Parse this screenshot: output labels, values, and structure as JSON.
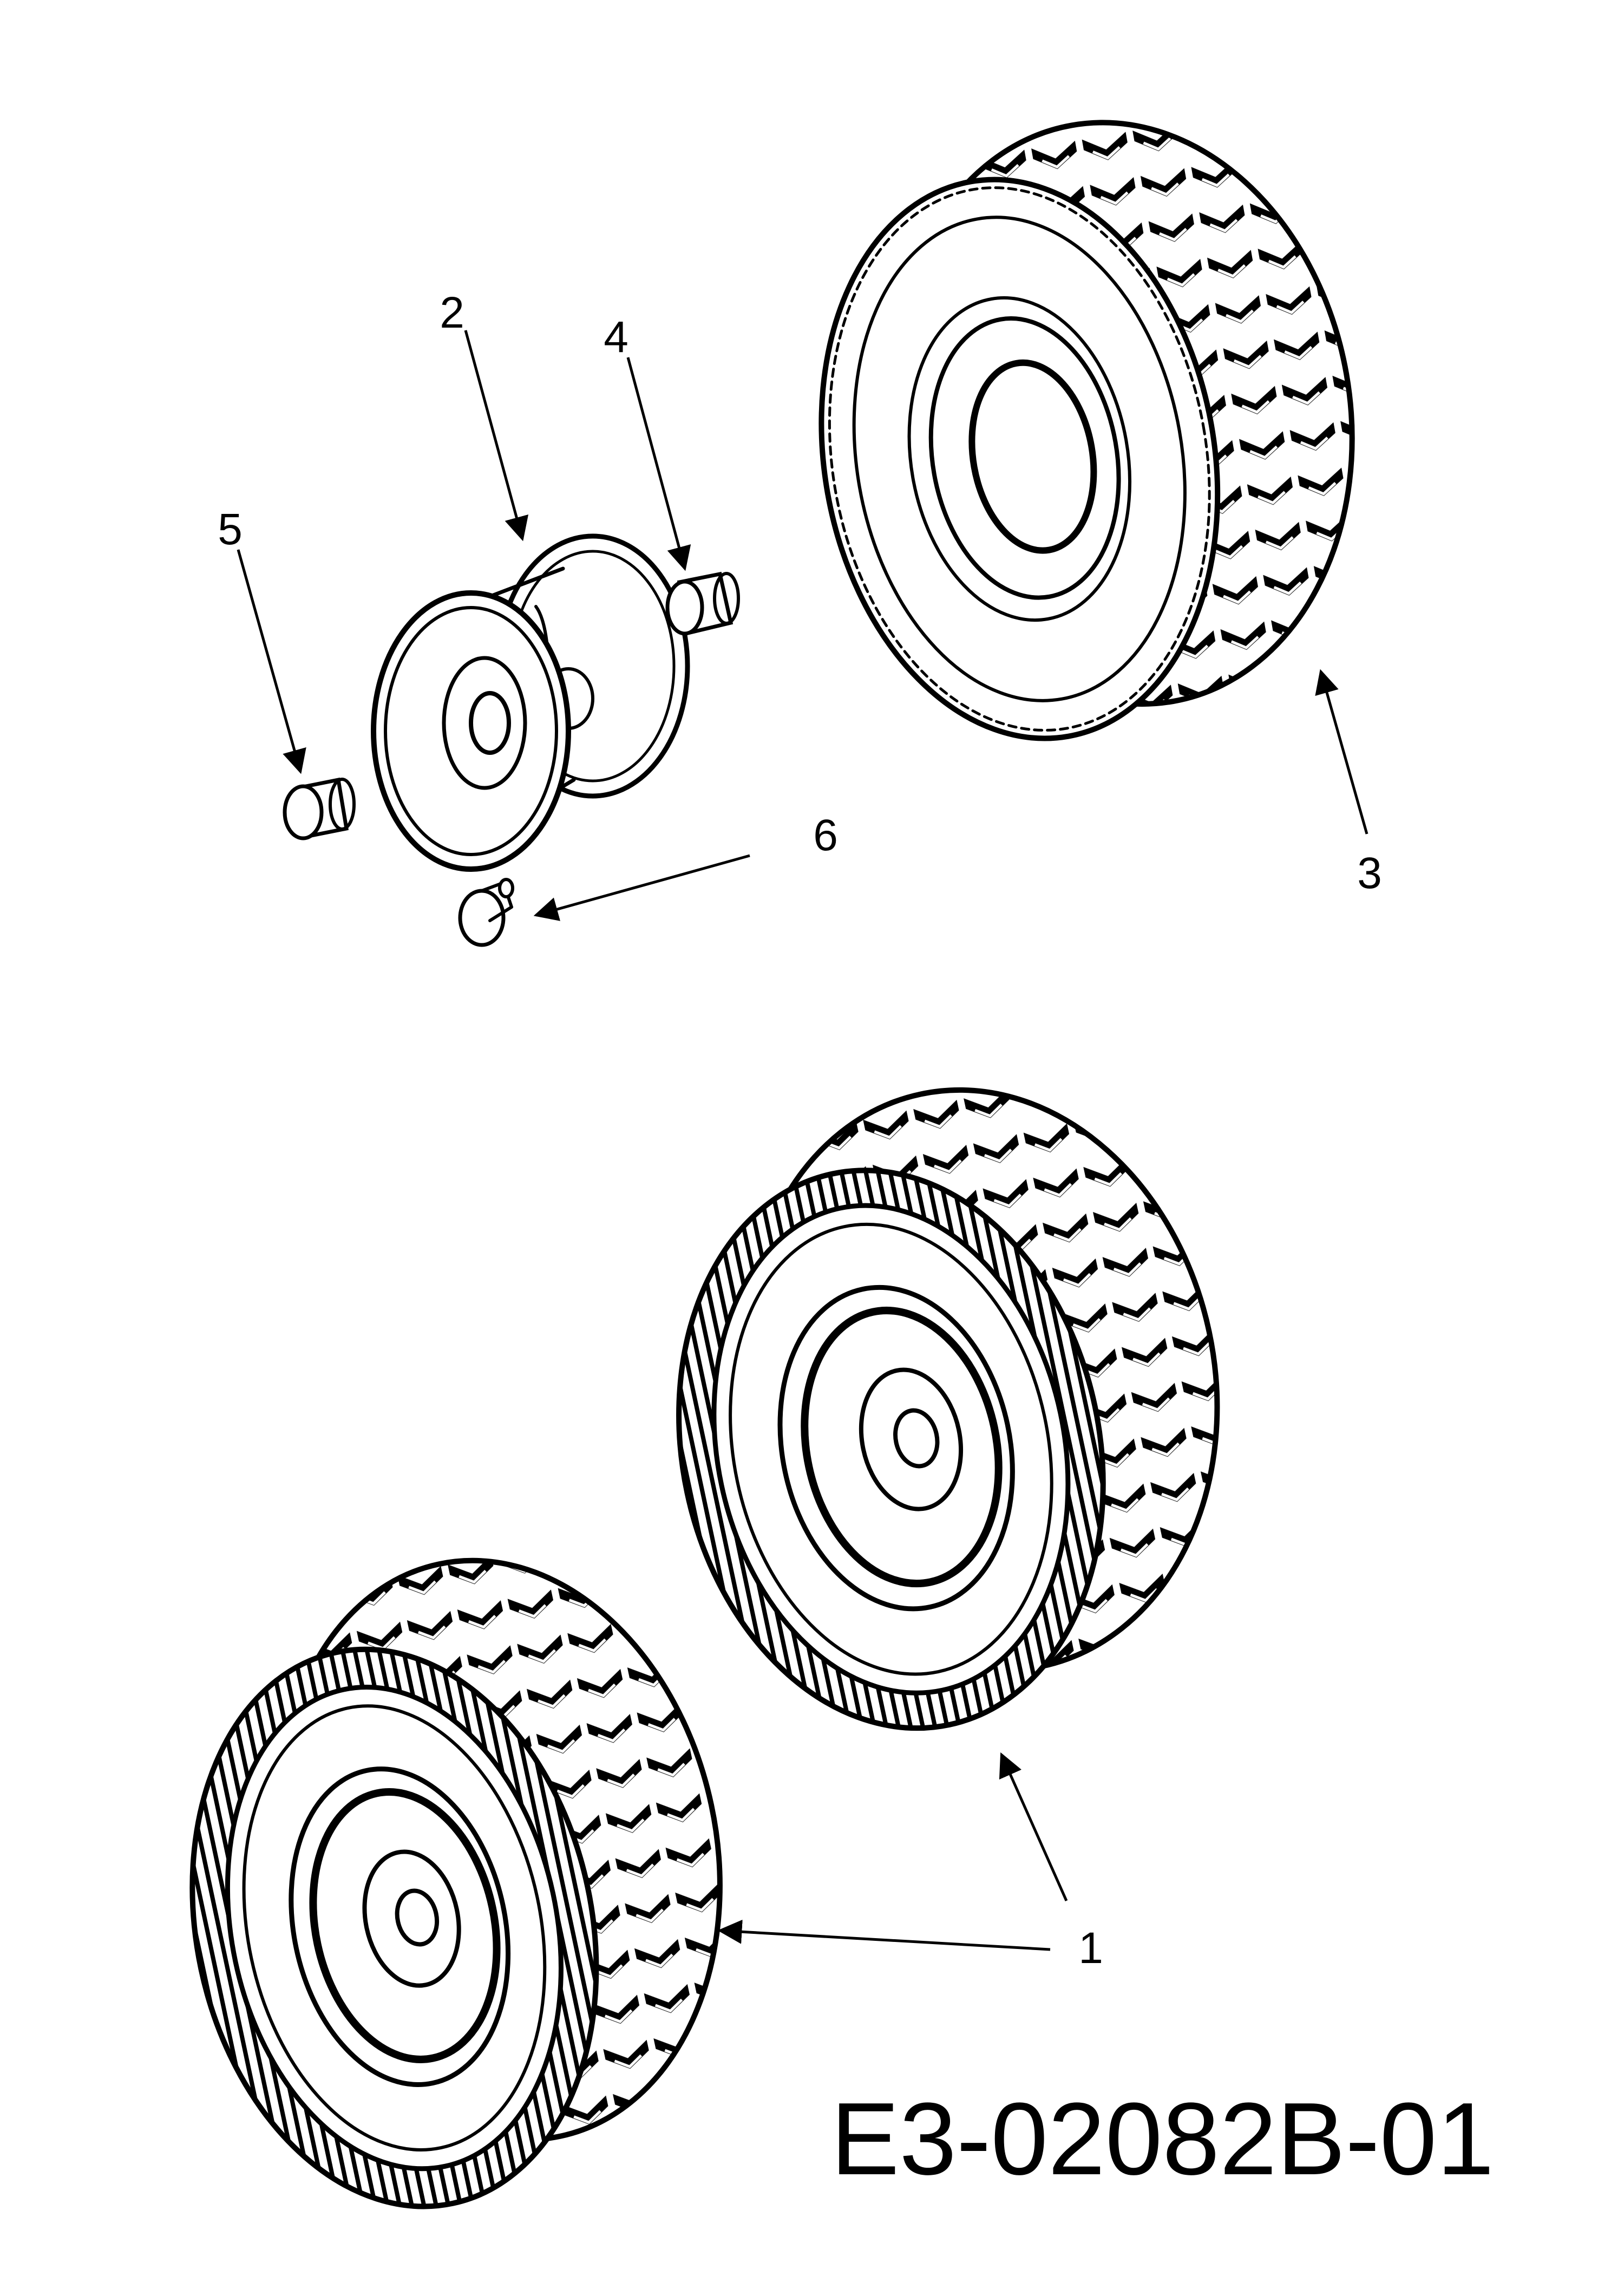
{
  "drawing_code": "E3-02082B-01",
  "callouts": [
    {
      "id": "label-1",
      "text": "1"
    },
    {
      "id": "label-2",
      "text": "2"
    },
    {
      "id": "label-3",
      "text": "3"
    },
    {
      "id": "label-4",
      "text": "4"
    },
    {
      "id": "label-5",
      "text": "5"
    },
    {
      "id": "label-6",
      "text": "6"
    }
  ],
  "colors": {
    "ink": "#000000",
    "paper": "#ffffff"
  }
}
